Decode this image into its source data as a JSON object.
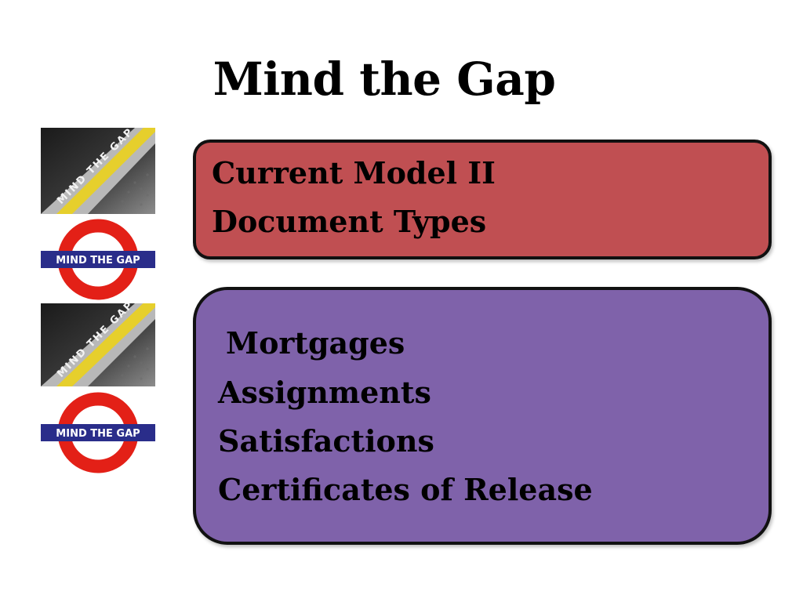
{
  "slide": {
    "title": "Mind the Gap"
  },
  "images": {
    "platform_text": "MIND THE GAP",
    "roundel_text": "MIND THE GAP"
  },
  "colors": {
    "red_box": "#c04f52",
    "purple_box": "#7f62aa",
    "roundel_red": "#e32017",
    "roundel_blue": "#2a2d8a",
    "platform_yellow": "#e6cf2c"
  },
  "red_box": {
    "lines": [
      "Current Model II",
      "Document Types"
    ]
  },
  "purple_box": {
    "lines": [
      "Mortgages",
      "Assignments",
      "Satisfactions",
      "Certificates of Release"
    ]
  }
}
